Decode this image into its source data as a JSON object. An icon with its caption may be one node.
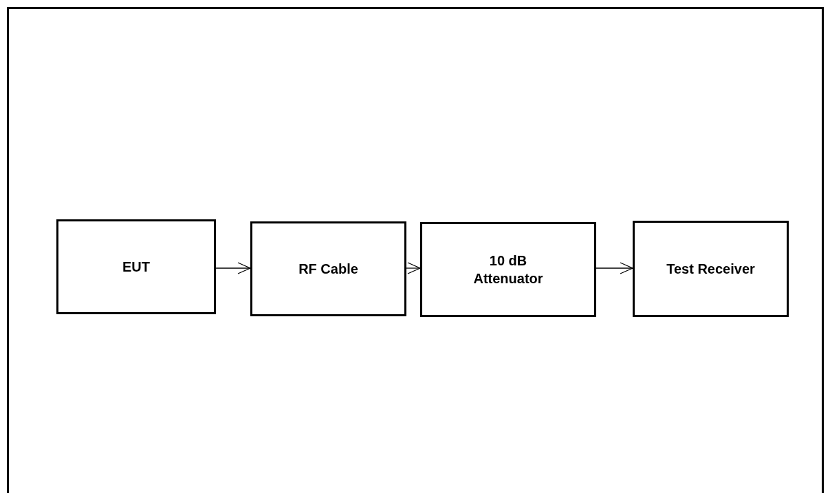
{
  "diagram": {
    "nodes": [
      {
        "text": [
          "EUT"
        ]
      },
      {
        "text": [
          "RF Cable"
        ]
      },
      {
        "text": [
          "10 dB Attenuator"
        ]
      },
      {
        "text": [
          "Test Receiver"
        ]
      }
    ],
    "edges": [
      {
        "from": 0,
        "to": 1,
        "arrow": "to"
      },
      {
        "from": 1,
        "to": 2,
        "arrow": "to"
      },
      {
        "from": 2,
        "to": 3,
        "arrow": "to"
      }
    ]
  }
}
